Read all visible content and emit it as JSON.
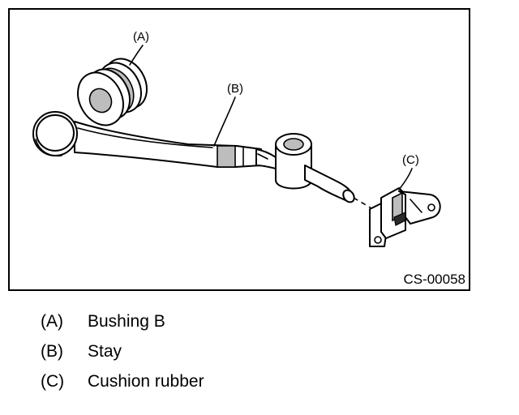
{
  "diagram": {
    "callouts": {
      "a": "(A)",
      "b": "(B)",
      "c": "(C)"
    },
    "figure_id": "CS-00058"
  },
  "legend": [
    {
      "key": "(A)",
      "text": "Bushing B"
    },
    {
      "key": "(B)",
      "text": "Stay"
    },
    {
      "key": "(C)",
      "text": "Cushion rubber"
    }
  ]
}
